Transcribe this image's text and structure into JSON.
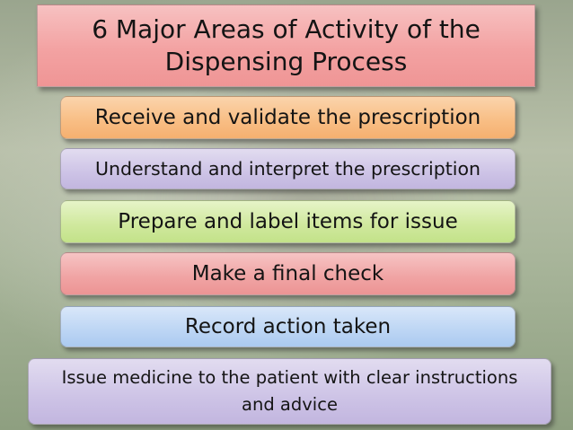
{
  "slide": {
    "title": "6 Major Areas of Activity of the Dispensing Process",
    "steps": [
      {
        "label": "Receive and validate the prescription",
        "color": "#f8bd83"
      },
      {
        "label": "Understand and interpret the prescription",
        "color": "#cdc3e6"
      },
      {
        "label": "Prepare and label items for issue",
        "color": "#cfe89c"
      },
      {
        "label": "Make a final check",
        "color": "#f0a3a3"
      },
      {
        "label": "Record action taken",
        "color": "#bcd5f4"
      },
      {
        "label": "Issue medicine to the patient with clear instructions and advice",
        "color": "#cdc3e6"
      }
    ]
  }
}
